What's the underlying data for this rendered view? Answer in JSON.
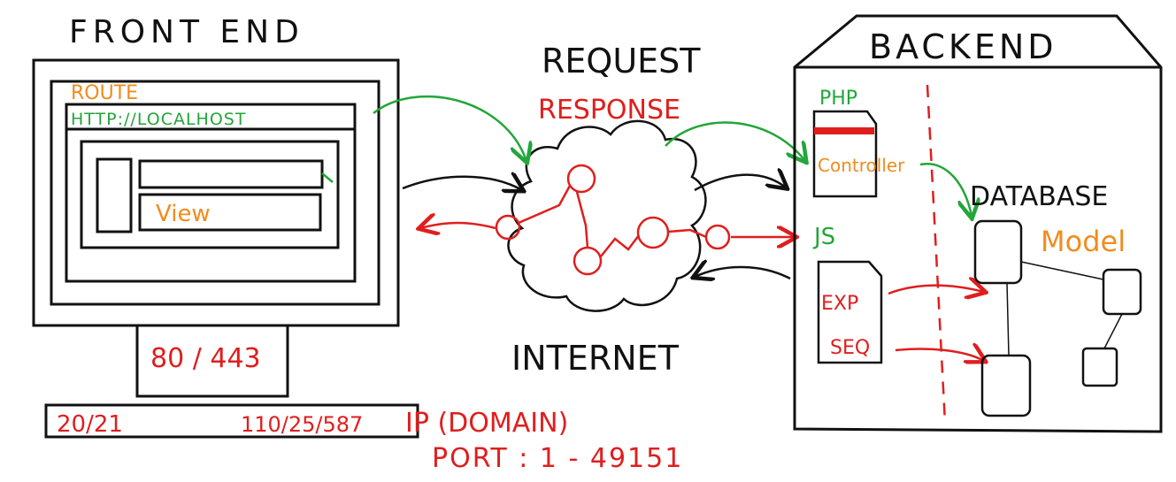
{
  "labels": {
    "front_end": "FRONT END",
    "request": "REQUEST",
    "response": "RESPONSE",
    "internet": "INTERNET",
    "backend": "BACKEND",
    "route": "ROUTE",
    "url": "HTTP://LOCALHOST",
    "view": "View",
    "ports_main": "80 / 443",
    "ports_left": "20/21",
    "ports_right": "110/25/587",
    "ip": "IP (DOMAIN)",
    "port_range": "PORT : 1 - 49151",
    "php": "PHP",
    "controller": "Controller",
    "js": "JS",
    "exp": "EXP",
    "seq": "SEQ",
    "database": "DATABASE",
    "model": "Model"
  },
  "colors": {
    "black": "#111111",
    "red": "#e01e1e",
    "green": "#22a63a",
    "orange": "#f08c1e"
  }
}
